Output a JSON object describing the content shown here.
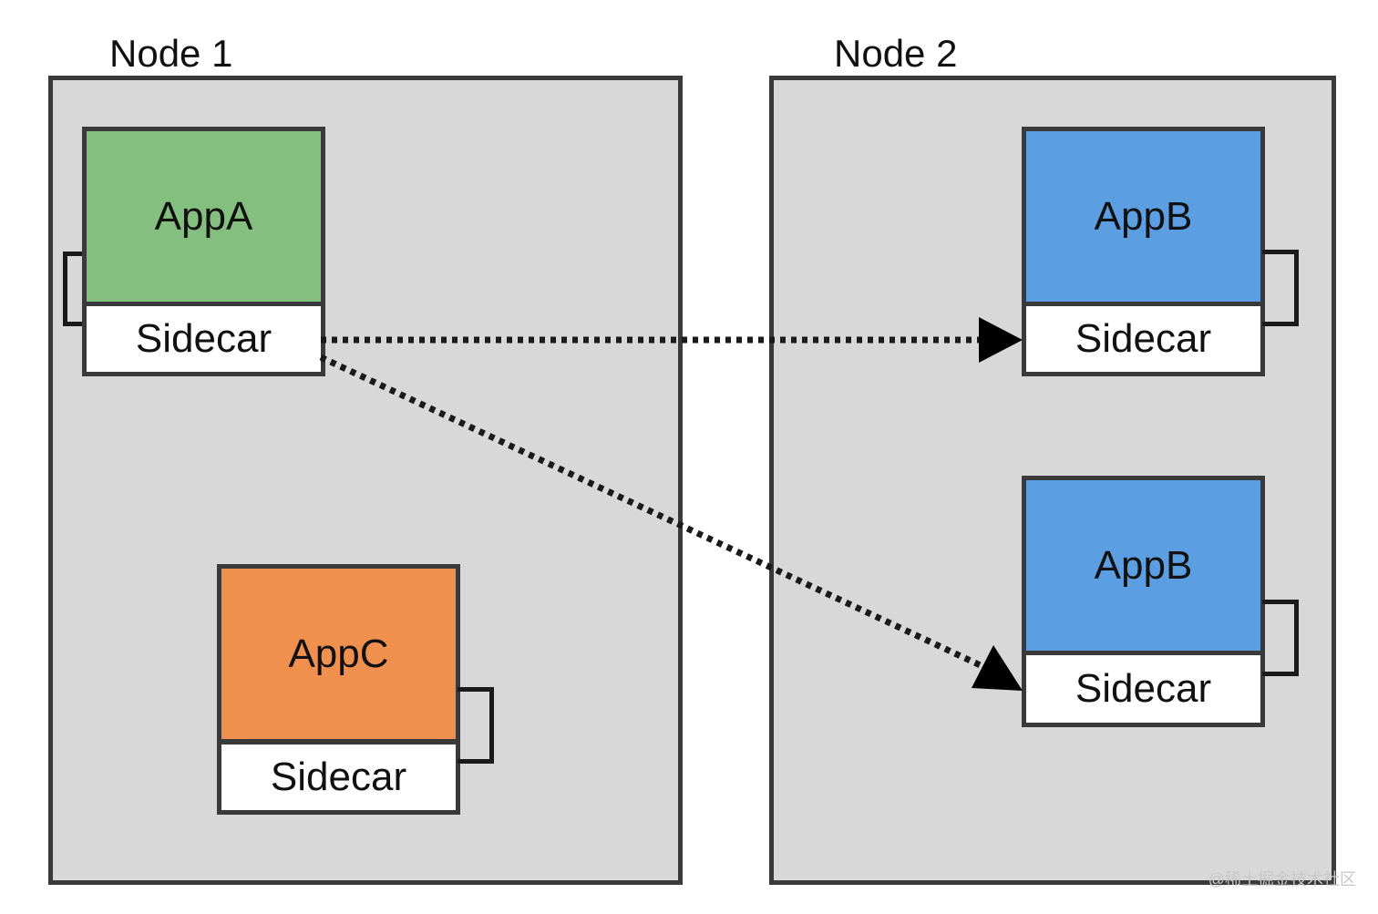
{
  "nodes": [
    {
      "label": "Node 1"
    },
    {
      "label": "Node 2"
    }
  ],
  "pods": {
    "app_a": {
      "app_label": "AppA",
      "sidecar_label": "Sidecar",
      "color": "#85bf80"
    },
    "app_c": {
      "app_label": "AppC",
      "sidecar_label": "Sidecar",
      "color": "#f0904f"
    },
    "app_b_top": {
      "app_label": "AppB",
      "sidecar_label": "Sidecar",
      "color": "#5b9ee2"
    },
    "app_b_bottom": {
      "app_label": "AppB",
      "sidecar_label": "Sidecar",
      "color": "#5b9ee2"
    }
  },
  "connections": [
    {
      "from": "app_a sidecar",
      "to": "app_b_top sidecar",
      "style": "dotted"
    },
    {
      "from": "app_a sidecar",
      "to": "app_b_bottom sidecar",
      "style": "dotted"
    }
  ],
  "watermark": "@稀土掘金技术社区"
}
